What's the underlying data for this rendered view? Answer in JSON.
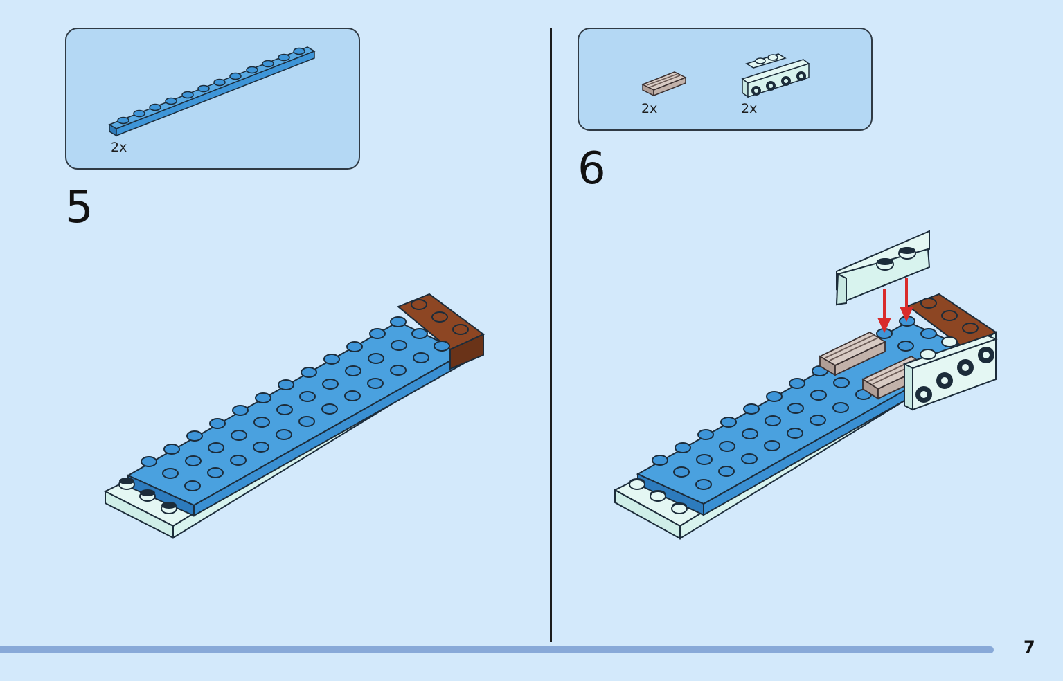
{
  "step5": {
    "number": "5",
    "parts": [
      {
        "name": "blue-plate-1x12-icon",
        "quantity": "2x",
        "color": "#3e95d8"
      }
    ]
  },
  "step6": {
    "number": "6",
    "parts": [
      {
        "name": "tan-grille-tile-icon",
        "quantity": "2x",
        "color": "#c9bab3"
      },
      {
        "name": "mint-bracket-icon",
        "quantity": "2x",
        "color": "#d8f3ee"
      }
    ]
  },
  "page": {
    "number": "7"
  },
  "colors": {
    "background": "#d3e9fb",
    "callout": "#b4d8f4",
    "blue_plate": "#3e95d8",
    "brown_plate": "#7a3b1e",
    "mint_plate": "#d8f3ee",
    "arrow": "#d92b2b",
    "progress": "#88a9d8"
  }
}
